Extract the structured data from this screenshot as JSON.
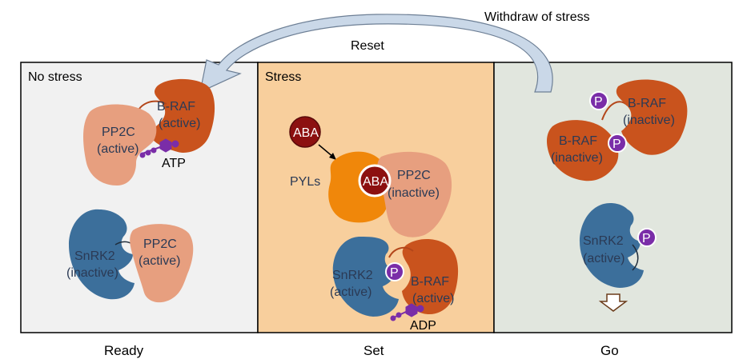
{
  "top": {
    "withdraw_label": "Withdraw of stress",
    "reset_label": "Reset"
  },
  "panels": [
    {
      "title": "No stress",
      "caption": "Ready",
      "proteins": {
        "braf": [
          "B-RAF",
          "(active)"
        ],
        "pp2c_top": [
          "PP2C",
          "(active)"
        ],
        "atp": "ATP",
        "snrk2": [
          "SnRK2",
          "(inactive)"
        ],
        "pp2c_bottom": [
          "PP2C",
          "(active)"
        ]
      }
    },
    {
      "title": "Stress",
      "caption": "Set",
      "proteins": {
        "aba_free": "ABA",
        "pyls": "PYLs",
        "aba_bound": "ABA",
        "pp2c": [
          "PP2C",
          "(inactive)"
        ],
        "snrk2": [
          "SnRK2",
          "(active)"
        ],
        "phospho": "P",
        "braf": [
          "B-RAF",
          "(active)"
        ],
        "adp": "ADP"
      }
    },
    {
      "title": "",
      "caption": "Go",
      "proteins": {
        "phospho_1": "P",
        "braf_1": [
          "B-RAF",
          "(inactive)"
        ],
        "braf_2": [
          "B-RAF",
          "(inactive)"
        ],
        "phospho_2": "P",
        "snrk2": [
          "SnRK2",
          "(active)"
        ],
        "phospho_3": "P"
      }
    }
  ],
  "colors": {
    "panel1_bg": "#f1f1f1",
    "panel2_bg": "#f8cf9d",
    "panel3_bg": "#e1e6de",
    "braf": "#c9531d",
    "pp2c": "#e79f7f",
    "snrk2": "#3c6f9b",
    "pyls": "#f0870a",
    "aba": "#8c1010",
    "phospho": "#7a2da8",
    "arrow": "#cad8e8"
  }
}
